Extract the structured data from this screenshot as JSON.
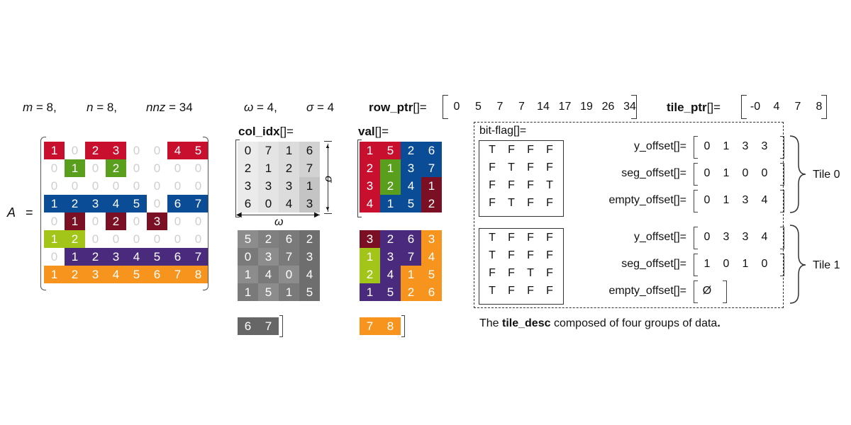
{
  "header": {
    "m": "m",
    "m_val": " = 8,",
    "n": "n",
    "n_val": " = 8,",
    "nnz": "nnz",
    "nnz_val": " = 34",
    "omega": "ω",
    "omega_val": " = 4,",
    "sigma": "σ",
    "sigma_val": " = 4",
    "row_ptr_label": "row_ptr",
    "row_ptr_suffix": "[]=",
    "row_ptr": [
      "0",
      "5",
      "7",
      "7",
      "14",
      "17",
      "19",
      "26",
      "34"
    ],
    "tile_ptr_label": "tile_ptr",
    "tile_ptr_suffix": "[]=",
    "tile_ptr": [
      "-0",
      "4",
      "7",
      "8"
    ]
  },
  "matrix": {
    "label": "A",
    "eq": "=",
    "colors": {
      "red": "#c8102e",
      "green": "#5a9e1e",
      "blue": "#0a4d96",
      "maroon": "#7b1024",
      "lime": "#a3c51a",
      "purple": "#4a2a7d",
      "orange": "#f7941d"
    },
    "rows": [
      [
        [
          "1",
          "red"
        ],
        [
          "0",
          ""
        ],
        [
          "2",
          "red"
        ],
        [
          "3",
          "red"
        ],
        [
          "0",
          ""
        ],
        [
          "0",
          ""
        ],
        [
          "4",
          "red"
        ],
        [
          "5",
          "red"
        ]
      ],
      [
        [
          "0",
          ""
        ],
        [
          "1",
          "green"
        ],
        [
          "0",
          ""
        ],
        [
          "2",
          "green"
        ],
        [
          "0",
          ""
        ],
        [
          "0",
          ""
        ],
        [
          "0",
          ""
        ],
        [
          "0",
          ""
        ]
      ],
      [
        [
          "0",
          ""
        ],
        [
          "0",
          ""
        ],
        [
          "0",
          ""
        ],
        [
          "0",
          ""
        ],
        [
          "0",
          ""
        ],
        [
          "0",
          ""
        ],
        [
          "0",
          ""
        ],
        [
          "0",
          ""
        ]
      ],
      [
        [
          "1",
          "blue"
        ],
        [
          "2",
          "blue"
        ],
        [
          "3",
          "blue"
        ],
        [
          "4",
          "blue"
        ],
        [
          "5",
          "blue"
        ],
        [
          "0",
          ""
        ],
        [
          "6",
          "blue"
        ],
        [
          "7",
          "blue"
        ]
      ],
      [
        [
          "0",
          ""
        ],
        [
          "1",
          "maroon"
        ],
        [
          "0",
          ""
        ],
        [
          "2",
          "maroon"
        ],
        [
          "0",
          ""
        ],
        [
          "3",
          "maroon"
        ],
        [
          "0",
          ""
        ],
        [
          "0",
          ""
        ]
      ],
      [
        [
          "1",
          "lime"
        ],
        [
          "2",
          "lime"
        ],
        [
          "0",
          ""
        ],
        [
          "0",
          ""
        ],
        [
          "0",
          ""
        ],
        [
          "0",
          ""
        ],
        [
          "0",
          ""
        ],
        [
          "0",
          ""
        ]
      ],
      [
        [
          "0",
          ""
        ],
        [
          "1",
          "purple"
        ],
        [
          "2",
          "purple"
        ],
        [
          "3",
          "purple"
        ],
        [
          "4",
          "purple"
        ],
        [
          "5",
          "purple"
        ],
        [
          "6",
          "purple"
        ],
        [
          "7",
          "purple"
        ]
      ],
      [
        [
          "1",
          "orange"
        ],
        [
          "2",
          "orange"
        ],
        [
          "3",
          "orange"
        ],
        [
          "4",
          "orange"
        ],
        [
          "5",
          "orange"
        ],
        [
          "6",
          "orange"
        ],
        [
          "7",
          "orange"
        ],
        [
          "8",
          "orange"
        ]
      ]
    ]
  },
  "col_idx": {
    "label": "col_idx",
    "suffix": "[]=",
    "omega_dim": "ω",
    "sigma_dim": "σ",
    "tile0": [
      [
        "0",
        "7",
        "1",
        "6"
      ],
      [
        "2",
        "1",
        "2",
        "7"
      ],
      [
        "3",
        "3",
        "3",
        "1"
      ],
      [
        "6",
        "0",
        "4",
        "3"
      ]
    ],
    "tile0_shades": [
      [
        "#ebebeb",
        "#e4e4e4",
        "#dcdcdc",
        "#d2d2d2"
      ],
      [
        "#ebebeb",
        "#e4e4e4",
        "#dcdcdc",
        "#d2d2d2"
      ],
      [
        "#ebebeb",
        "#e4e4e4",
        "#dcdcdc",
        "#c4c4c4"
      ],
      [
        "#ebebeb",
        "#e4e4e4",
        "#dcdcdc",
        "#c4c4c4"
      ]
    ],
    "tile1": [
      [
        "5",
        "2",
        "6",
        "2"
      ],
      [
        "0",
        "3",
        "7",
        "3"
      ],
      [
        "1",
        "4",
        "0",
        "4"
      ],
      [
        "1",
        "5",
        "1",
        "5"
      ]
    ],
    "tile1_shades": [
      [
        "#8c8c8c",
        "#808080",
        "#7a7a7a",
        "#6e6e6e"
      ],
      [
        "#7a7a7a",
        "#8c8c8c",
        "#7a7a7a",
        "#6e6e6e"
      ],
      [
        "#8c8c8c",
        "#7a7a7a",
        "#8c8c8c",
        "#6e6e6e"
      ],
      [
        "#7a7a7a",
        "#8c8c8c",
        "#7a7a7a",
        "#6e6e6e"
      ]
    ],
    "extra": [
      "6",
      "7"
    ],
    "extra_color": "#666666"
  },
  "val": {
    "label": "val",
    "suffix": "[]=",
    "tile0": [
      [
        [
          "1",
          "red"
        ],
        [
          "5",
          "red"
        ],
        [
          "2",
          "blue"
        ],
        [
          "6",
          "blue"
        ]
      ],
      [
        [
          "2",
          "red"
        ],
        [
          "1",
          "green"
        ],
        [
          "3",
          "blue"
        ],
        [
          "7",
          "blue"
        ]
      ],
      [
        [
          "3",
          "red"
        ],
        [
          "2",
          "green"
        ],
        [
          "4",
          "blue"
        ],
        [
          "1",
          "maroon"
        ]
      ],
      [
        [
          "4",
          "red"
        ],
        [
          "1",
          "blue"
        ],
        [
          "5",
          "blue"
        ],
        [
          "2",
          "maroon"
        ]
      ]
    ],
    "tile1": [
      [
        [
          "3",
          "maroon"
        ],
        [
          "2",
          "purple"
        ],
        [
          "6",
          "purple"
        ],
        [
          "3",
          "orange"
        ]
      ],
      [
        [
          "1",
          "lime"
        ],
        [
          "3",
          "purple"
        ],
        [
          "7",
          "purple"
        ],
        [
          "4",
          "orange"
        ]
      ],
      [
        [
          "2",
          "lime"
        ],
        [
          "4",
          "purple"
        ],
        [
          "1",
          "orange"
        ],
        [
          "5",
          "orange"
        ]
      ],
      [
        [
          "1",
          "purple"
        ],
        [
          "5",
          "purple"
        ],
        [
          "2",
          "orange"
        ],
        [
          "6",
          "orange"
        ]
      ]
    ],
    "extra": [
      "7",
      "8"
    ]
  },
  "tile_desc": {
    "bitflag_label": "bit-flag[]=",
    "y_offset_label": "y_offset[]=",
    "seg_offset_label": "seg_offset[]=",
    "empty_offset_label": "empty_offset[]=",
    "tile0": {
      "bitflag": [
        [
          "T",
          "F",
          "F",
          "F"
        ],
        [
          "F",
          "T",
          "F",
          "F"
        ],
        [
          "F",
          "F",
          "F",
          "T"
        ],
        [
          "F",
          "T",
          "F",
          "F"
        ]
      ],
      "y_offset": [
        "0",
        "1",
        "3",
        "3"
      ],
      "seg_offset": [
        "0",
        "1",
        "0",
        "0"
      ],
      "empty_offset": [
        "0",
        "1",
        "3",
        "4"
      ],
      "name": "Tile 0"
    },
    "tile1": {
      "bitflag": [
        [
          "T",
          "F",
          "F",
          "F"
        ],
        [
          "T",
          "F",
          "F",
          "F"
        ],
        [
          "F",
          "F",
          "T",
          "F"
        ],
        [
          "T",
          "F",
          "F",
          "F"
        ]
      ],
      "y_offset": [
        "0",
        "3",
        "3",
        "4"
      ],
      "seg_offset": [
        "1",
        "0",
        "1",
        "0"
      ],
      "empty_offset": [
        "Ø"
      ],
      "name": "Tile 1"
    },
    "caption_pre": "The ",
    "caption_bold": "tile_desc",
    "caption_post": " composed of four groups of data",
    "caption_dot": "."
  }
}
